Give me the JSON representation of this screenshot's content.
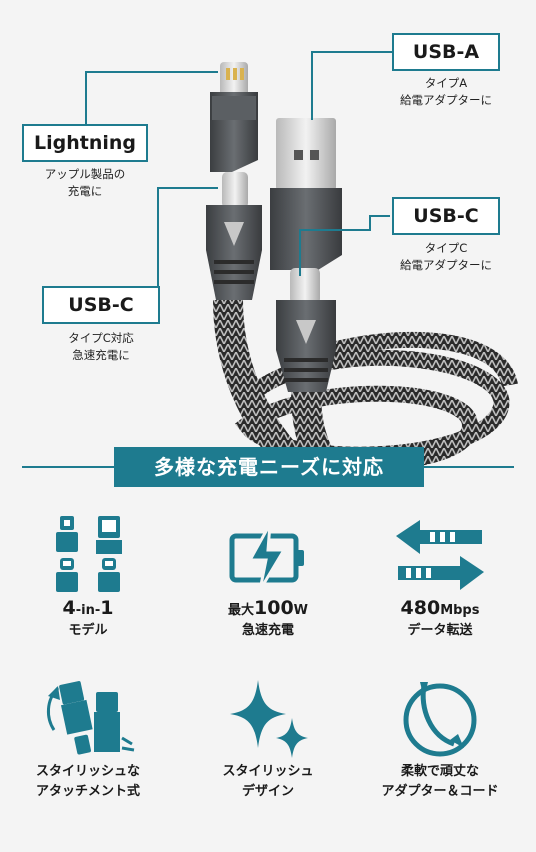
{
  "labels": {
    "usb_a": {
      "title": "USB-A",
      "line1": "タイプA",
      "line2": "給電アダプターに"
    },
    "lightning": {
      "title": "Lightning",
      "line1": "アップル製品の",
      "line2": "充電に"
    },
    "usb_c_right": {
      "title": "USB-C",
      "line1": "タイプC",
      "line2": "給電アダプターに"
    },
    "usb_c_left": {
      "title": "USB-C",
      "line1": "タイプC対応",
      "line2": "急速充電に"
    }
  },
  "banner": {
    "text": "多様な充電ニーズに対応"
  },
  "features": [
    {
      "icon": "four-in-one-icon",
      "line1a": "4",
      "line1b": "-in-",
      "line1c": "1",
      "line2": "モデル"
    },
    {
      "icon": "battery-bolt-icon",
      "line1a": "最大",
      "line1b": "100",
      "line1c": "W",
      "line2": "急速充電"
    },
    {
      "icon": "transfer-arrows-icon",
      "line1a": "480",
      "line1b": "Mbps",
      "line1c": "",
      "line2": "データ転送"
    },
    {
      "icon": "attachment-swap-icon",
      "line1a": "スタイリッシュな",
      "line2": "アタッチメント式"
    },
    {
      "icon": "sparkle-icon",
      "line1a": "スタイリッシュ",
      "line2": "デザイン"
    },
    {
      "icon": "coiled-cable-icon",
      "line1a": "柔軟で頑丈な",
      "line2": "アダプター＆コード"
    }
  ],
  "colors": {
    "accent": "#1e7b8f",
    "background": "#f4f4f4",
    "metal": "#4a4d50"
  }
}
